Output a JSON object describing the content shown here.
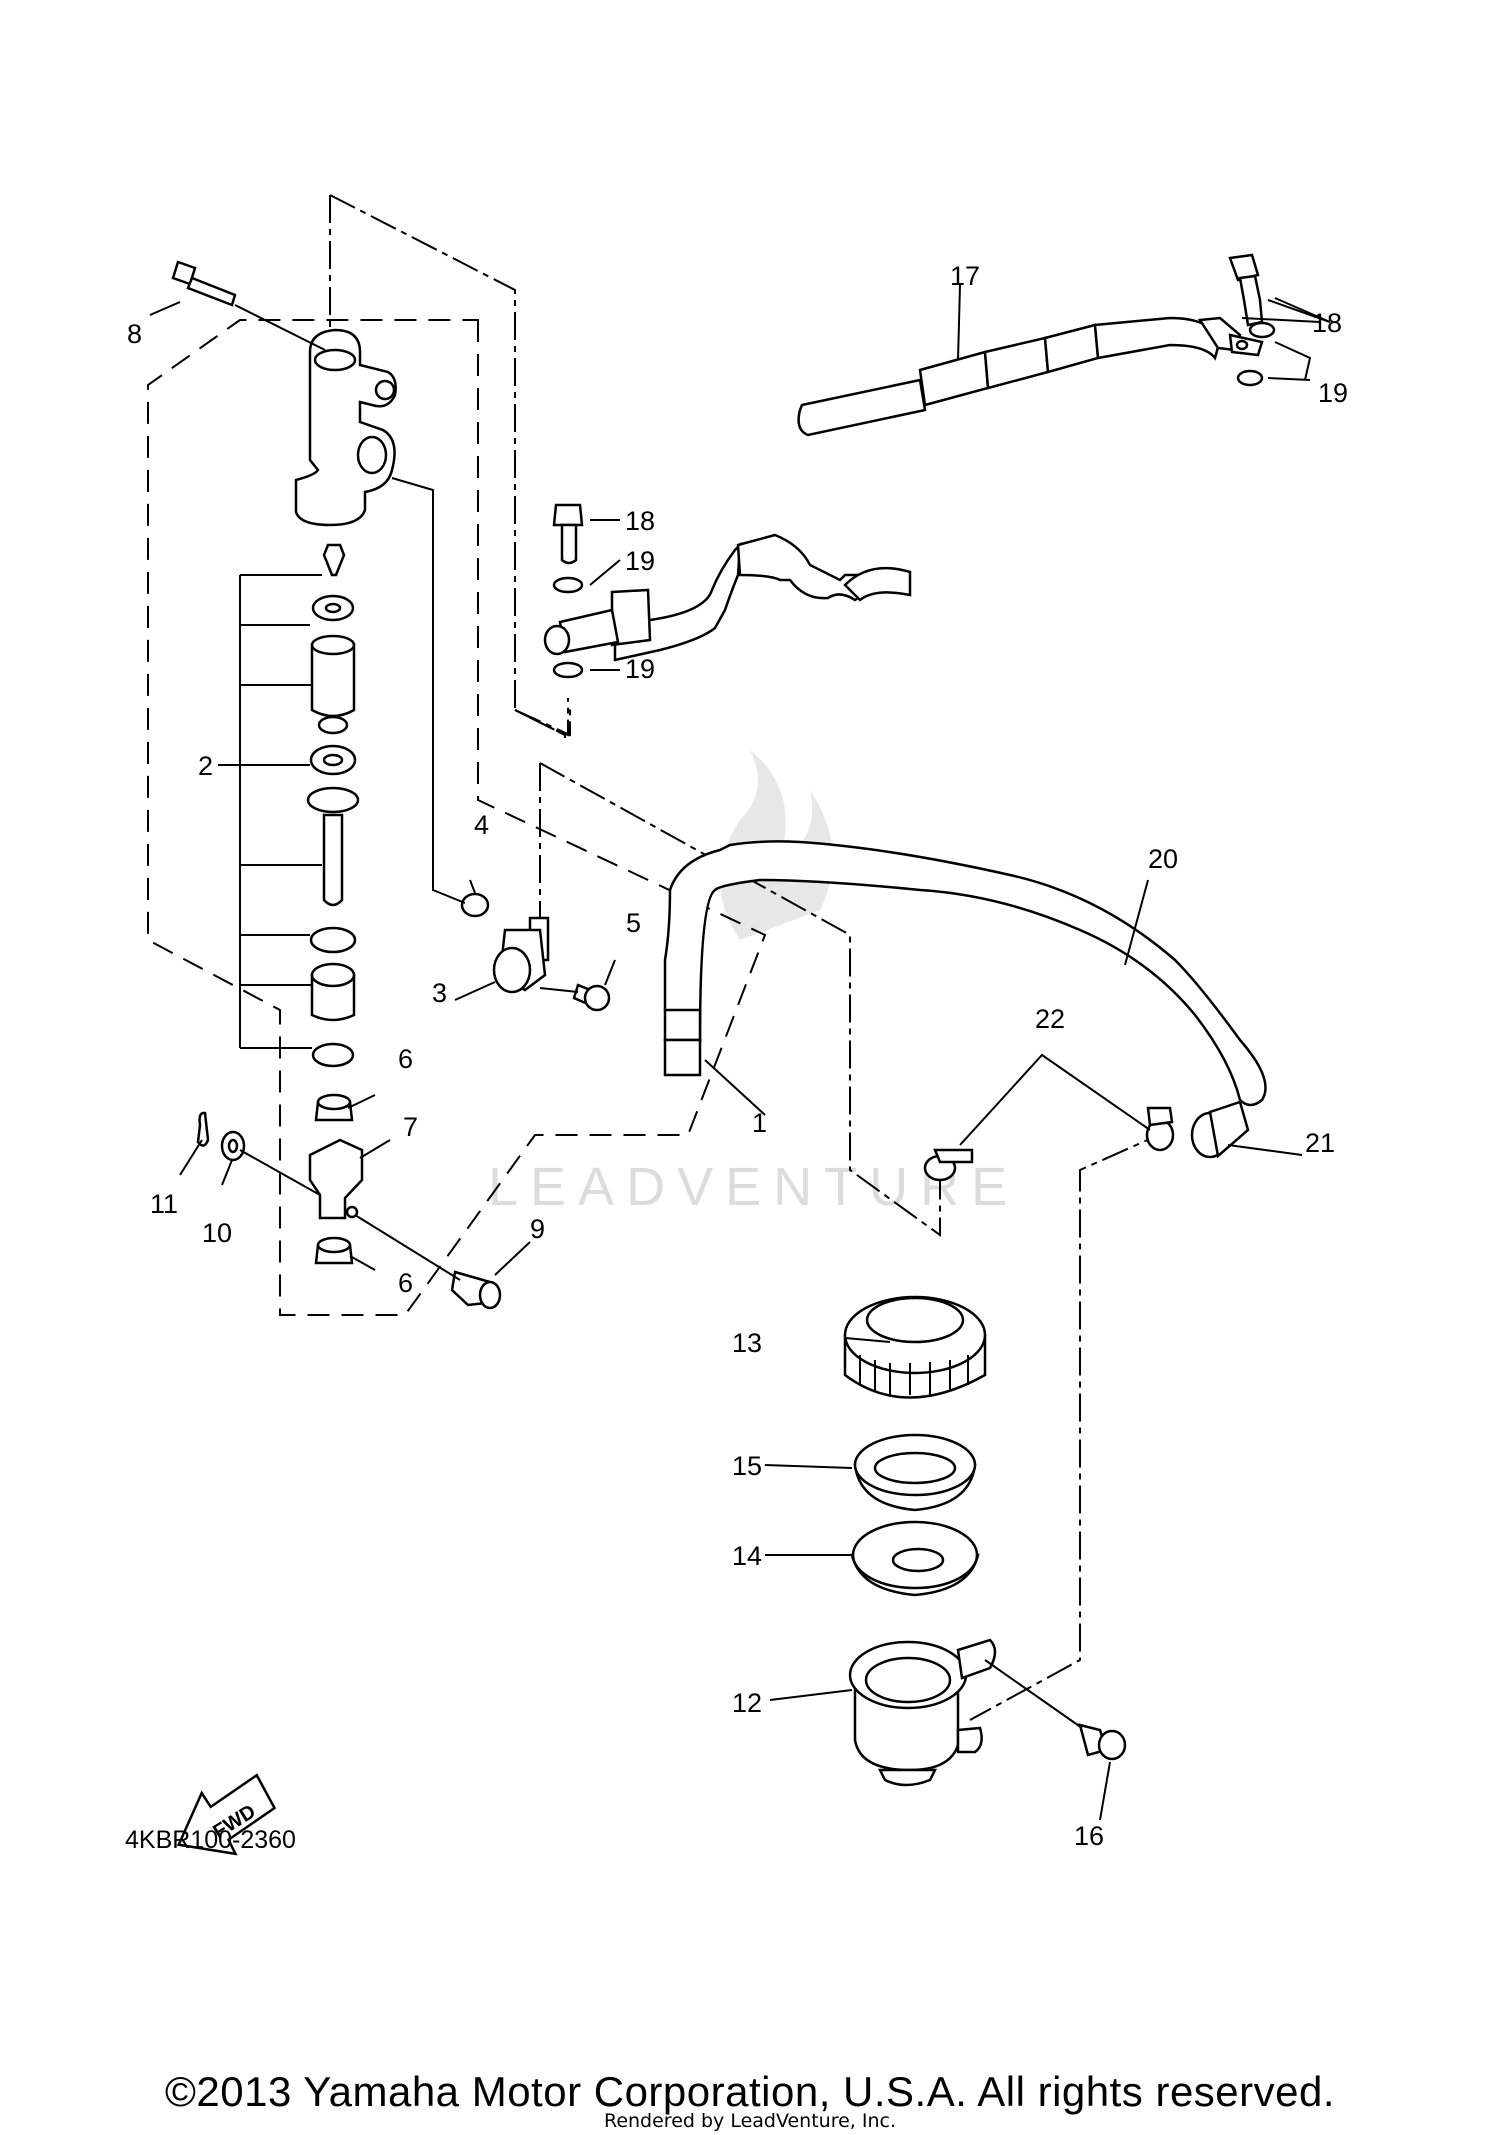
{
  "diagram": {
    "code": "4KBR100-2360",
    "copyright": "©2013 Yamaha Motor Corporation, U.S.A. All rights reserved.",
    "rendered_by": "Rendered by LeadVenture, Inc.",
    "watermark": "LEADVENTURE",
    "fwd_label": "FWD",
    "callouts": [
      "1",
      "2",
      "3",
      "4",
      "5",
      "6",
      "6",
      "7",
      "8",
      "9",
      "10",
      "11",
      "12",
      "13",
      "14",
      "15",
      "16",
      "17",
      "18",
      "18",
      "19",
      "19",
      "19",
      "20",
      "21",
      "22"
    ]
  }
}
